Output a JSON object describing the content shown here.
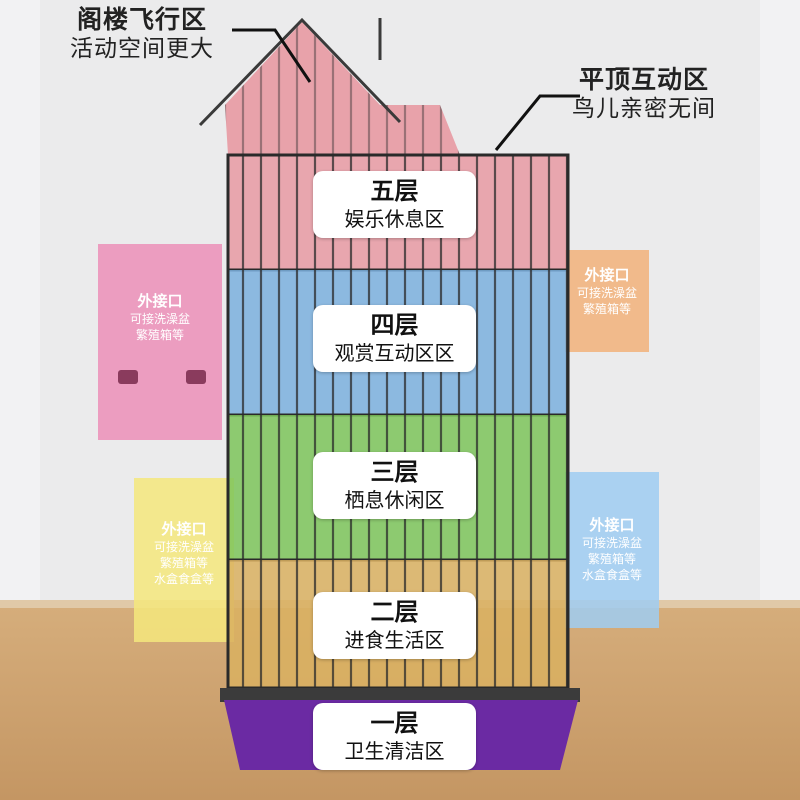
{
  "callouts": {
    "attic": {
      "title": "阁楼飞行区",
      "subtitle": "活动空间更大"
    },
    "flat_top": {
      "title": "平顶互动区",
      "subtitle": "鸟儿亲密无间"
    }
  },
  "tiers": [
    {
      "title": "五层",
      "subtitle": "娱乐休息区",
      "color": "#e89aa3"
    },
    {
      "title": "四层",
      "subtitle": "观赏互动区区",
      "color": "#7bb0de"
    },
    {
      "title": "三层",
      "subtitle": "栖息休闲区",
      "color": "#7dc45a"
    },
    {
      "title": "二层",
      "subtitle": "进食生活区",
      "color": "#d9b060"
    },
    {
      "title": "一层",
      "subtitle": "卫生清洁区",
      "color": "#6b2aa3"
    }
  ],
  "ports": {
    "left_pink": {
      "title": "外接口",
      "lines": [
        "可接洗澡盆",
        "繁殖箱等"
      ],
      "color": "#ec8fb8"
    },
    "right_orange": {
      "title": "外接口",
      "lines": [
        "可接洗澡盆",
        "繁殖箱等"
      ],
      "color": "#f2b27a"
    },
    "left_yellow": {
      "title": "外接口",
      "lines": [
        "可接洗澡盆",
        "繁殖箱等",
        "水盒食盒等"
      ],
      "color": "#f4e77c"
    },
    "right_blue": {
      "title": "外接口",
      "lines": [
        "可接洗澡盆",
        "繁殖箱等",
        "水盒食盒等"
      ],
      "color": "#9fcdf2"
    }
  }
}
